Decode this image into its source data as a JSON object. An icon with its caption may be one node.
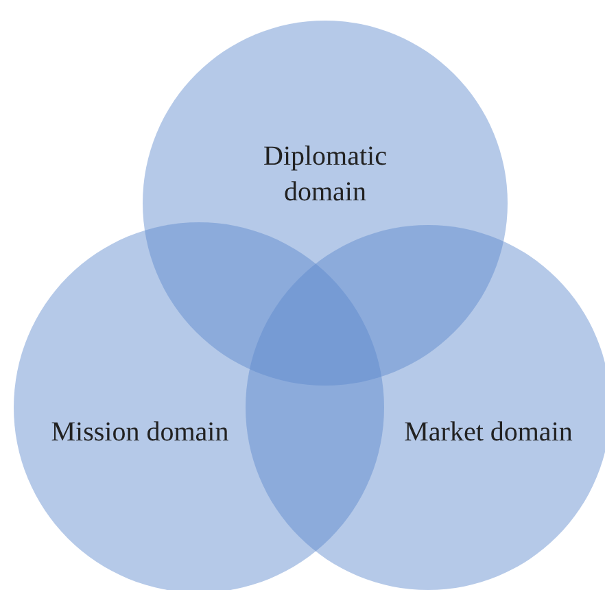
{
  "diagram": {
    "nodes": [
      {
        "text": [
          "Diplomatic domain"
        ]
      },
      {
        "text": [
          "Mission domain"
        ]
      },
      {
        "text": [
          "Market domain"
        ]
      }
    ]
  }
}
